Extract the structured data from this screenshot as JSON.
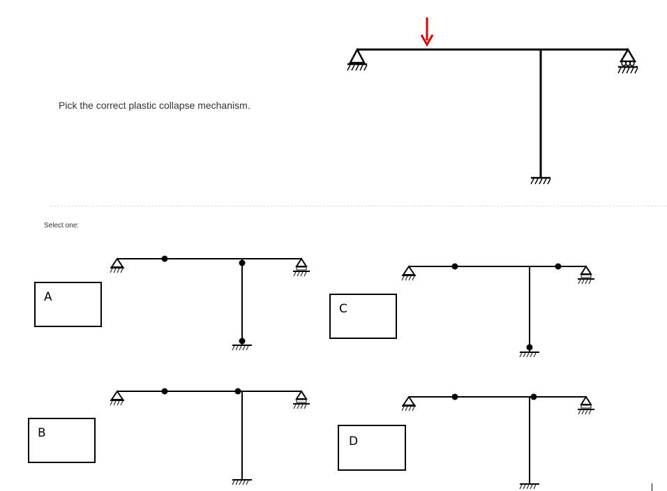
{
  "question": {
    "prompt": "Pick the correct plastic collapse mechanism."
  },
  "select_label": "Select one:",
  "options": [
    {
      "letter": "A",
      "mechanism": "hinges on left beam span and at column top and bottom"
    },
    {
      "letter": "B",
      "mechanism": "hinges on left beam span and at beam-column joint"
    },
    {
      "letter": "C",
      "mechanism": "hinges on left beam span, right beam span and column base"
    },
    {
      "letter": "D",
      "mechanism": "hinges on left beam span and at beam-column joint"
    }
  ],
  "colors": {
    "load_arrow": "#e00000",
    "structure": "#000000",
    "text": "#333333"
  }
}
